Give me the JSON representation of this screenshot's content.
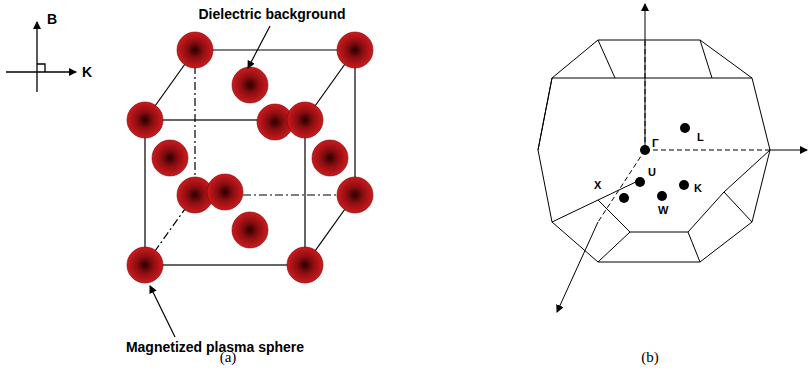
{
  "diagram": {
    "labels": [
      "Dielectric background",
      "Magnetized plasma sphere",
      "B",
      "K",
      "(a)",
      "Γ",
      "L",
      "X",
      "U",
      "W",
      "K",
      "(b)"
    ]
  }
}
